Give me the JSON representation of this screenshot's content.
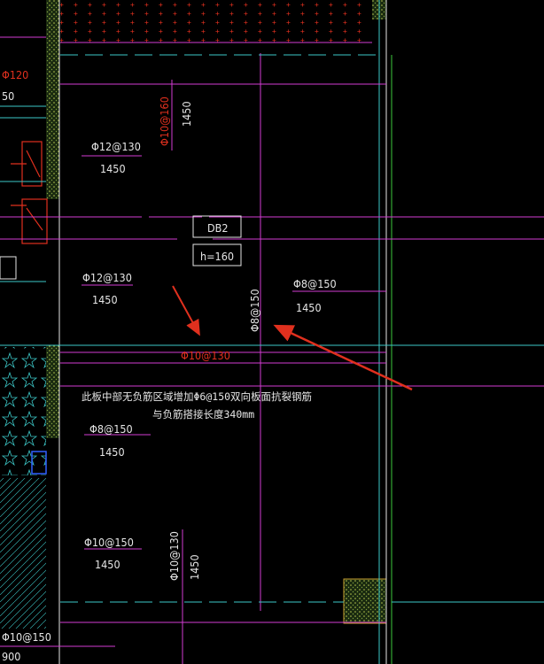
{
  "drawing": {
    "panel_id": "DB2",
    "panel_thickness": "h=160",
    "note_line1": "此板中部无负筋区域增加Φ6@150双向板面抗裂钢筋",
    "note_line2": "与负筋搭接长度340mm",
    "rebar_labels": [
      {
        "id": "phi120-left",
        "text": "Φ120",
        "color": "red"
      },
      {
        "id": "num50-left",
        "text": "50",
        "color": "white"
      },
      {
        "id": "phi10-160-vert",
        "text": "Φ10@160",
        "color": "red"
      },
      {
        "id": "len1450-vert-a",
        "text": "1450",
        "color": "white"
      },
      {
        "id": "phi12-130-a",
        "text": "Φ12@130",
        "color": "white"
      },
      {
        "id": "len1450-a",
        "text": "1450",
        "color": "white"
      },
      {
        "id": "phi12-130-b",
        "text": "Φ12@130",
        "color": "white"
      },
      {
        "id": "len1450-b",
        "text": "1450",
        "color": "white"
      },
      {
        "id": "phi8-150-vert",
        "text": "Φ8@150",
        "color": "white"
      },
      {
        "id": "phi8-150-right",
        "text": "Φ8@150",
        "color": "white"
      },
      {
        "id": "len1450-right",
        "text": "1450",
        "color": "white"
      },
      {
        "id": "phi10-130-red",
        "text": "Φ10@130",
        "color": "red"
      },
      {
        "id": "phi8-150-c",
        "text": "Φ8@150",
        "color": "white"
      },
      {
        "id": "len1450-c",
        "text": "1450",
        "color": "white"
      },
      {
        "id": "phi10-150-d",
        "text": "Φ10@150",
        "color": "white"
      },
      {
        "id": "len1450-d",
        "text": "1450",
        "color": "white"
      },
      {
        "id": "phi10-130-vert",
        "text": "Φ10@130",
        "color": "white"
      },
      {
        "id": "len1450-vert-b",
        "text": "1450",
        "color": "white"
      },
      {
        "id": "phi10-150-bl",
        "text": "Φ10@150",
        "color": "white"
      },
      {
        "id": "num900-bl",
        "text": "900",
        "color": "white"
      }
    ]
  },
  "colors": {
    "magenta": "#d23cd2",
    "cyan": "#3cc8c8",
    "green": "#3cc83c",
    "red": "#e0301e",
    "white": "#e6e6e6",
    "hatch": "#b8c850"
  }
}
